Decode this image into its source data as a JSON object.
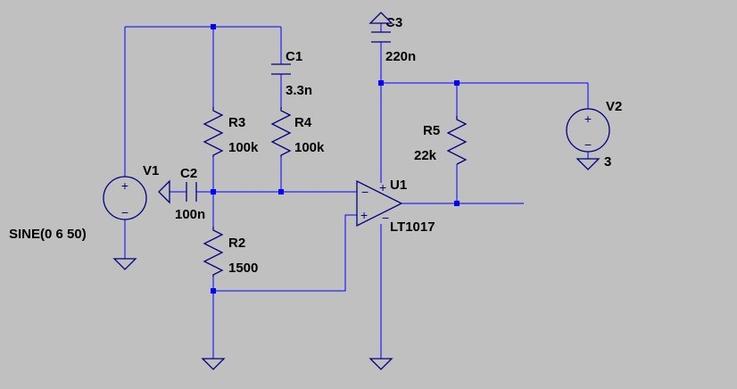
{
  "components": {
    "v1": {
      "name": "V1",
      "value": "SINE(0 6 50)"
    },
    "c2": {
      "name": "C2",
      "value": "100n"
    },
    "r3": {
      "name": "R3",
      "value": "100k"
    },
    "c1": {
      "name": "C1",
      "value": "3.3n"
    },
    "r4": {
      "name": "R4",
      "value": "100k"
    },
    "r2": {
      "name": "R2",
      "value": "1500"
    },
    "c3": {
      "name": "C3",
      "value": "220n"
    },
    "r5": {
      "name": "R5",
      "value": "22k"
    },
    "u1": {
      "name": "U1",
      "value": "LT1017"
    },
    "v2": {
      "name": "V2",
      "value": "3"
    }
  },
  "signs": {
    "plus": "+",
    "minus": "−"
  }
}
